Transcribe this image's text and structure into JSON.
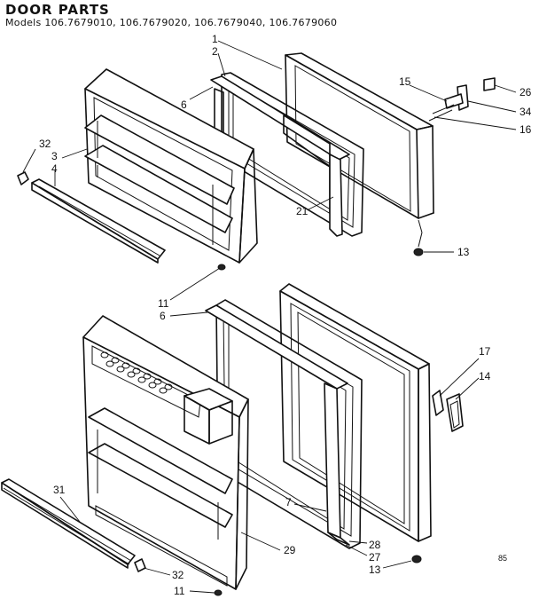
{
  "header": {
    "title": "DOOR PARTS",
    "models": "Models 106.7679010, 106.7679020, 106.7679040, 106.7679060"
  },
  "labels": {
    "p1": "1",
    "p2": "2",
    "p3": "3",
    "p4": "4",
    "p6a": "6",
    "p6b": "6",
    "p7": "7",
    "p11a": "11",
    "p11b": "11",
    "p13a": "13",
    "p13b": "13",
    "p14": "14",
    "p15": "15",
    "p16": "16",
    "p17": "17",
    "p21": "21",
    "p26": "26",
    "p27": "27",
    "p28": "28",
    "p29": "29",
    "p31": "31",
    "p32a": "32",
    "p32b": "32",
    "p34": "34"
  },
  "corner_mark": "85"
}
